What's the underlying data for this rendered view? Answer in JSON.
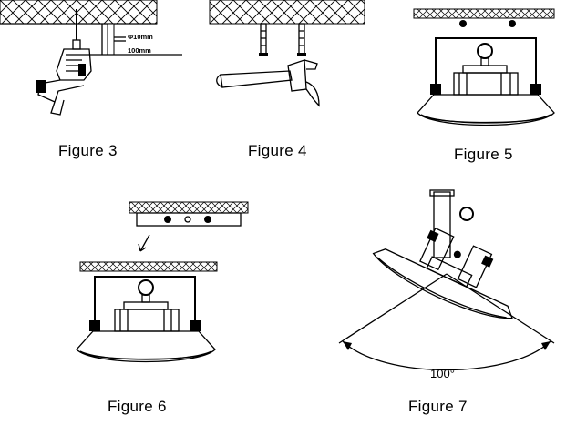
{
  "figures": [
    {
      "caption": "Figure 3",
      "labels": {
        "hole_diameter": "Φ10mm",
        "hole_depth": "100mm"
      }
    },
    {
      "caption": "Figure 4"
    },
    {
      "caption": "Figure 5"
    },
    {
      "caption": "Figure 6"
    },
    {
      "caption": "Figure 7",
      "labels": {
        "tilt_angle": "100°"
      }
    }
  ]
}
